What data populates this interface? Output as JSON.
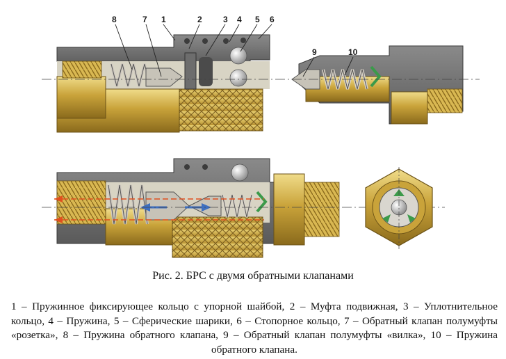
{
  "figure": {
    "callouts": [
      "1",
      "2",
      "3",
      "4",
      "5",
      "6",
      "7",
      "8",
      "9",
      "10"
    ],
    "colors": {
      "body_gray": "#6f6f6f",
      "brass": "#c9a33a",
      "brass_light": "#e6cf73",
      "spring": "#cfc9c0",
      "flow_red": "#e0501e",
      "flow_blue": "#3d6fc0",
      "valve_green": "#3b9a4a"
    }
  },
  "caption": "Рис. 2. БРС с двумя обратными клапанами",
  "legend": "1 – Пружинное фиксирующее кольцо с упорной шайбой, 2 – Муфта подвижная, 3 – Уплотнительное кольцо, 4 – Пружина, 5 – Сферические шарики, 6 – Стопорное кольцо, 7 – Обратный клапан полумуфты «розетка», 8 – Пружина обратного клапана, 9 – Обратный клапан полумуфты «вилка», 10 – Пружина обратного клапана."
}
